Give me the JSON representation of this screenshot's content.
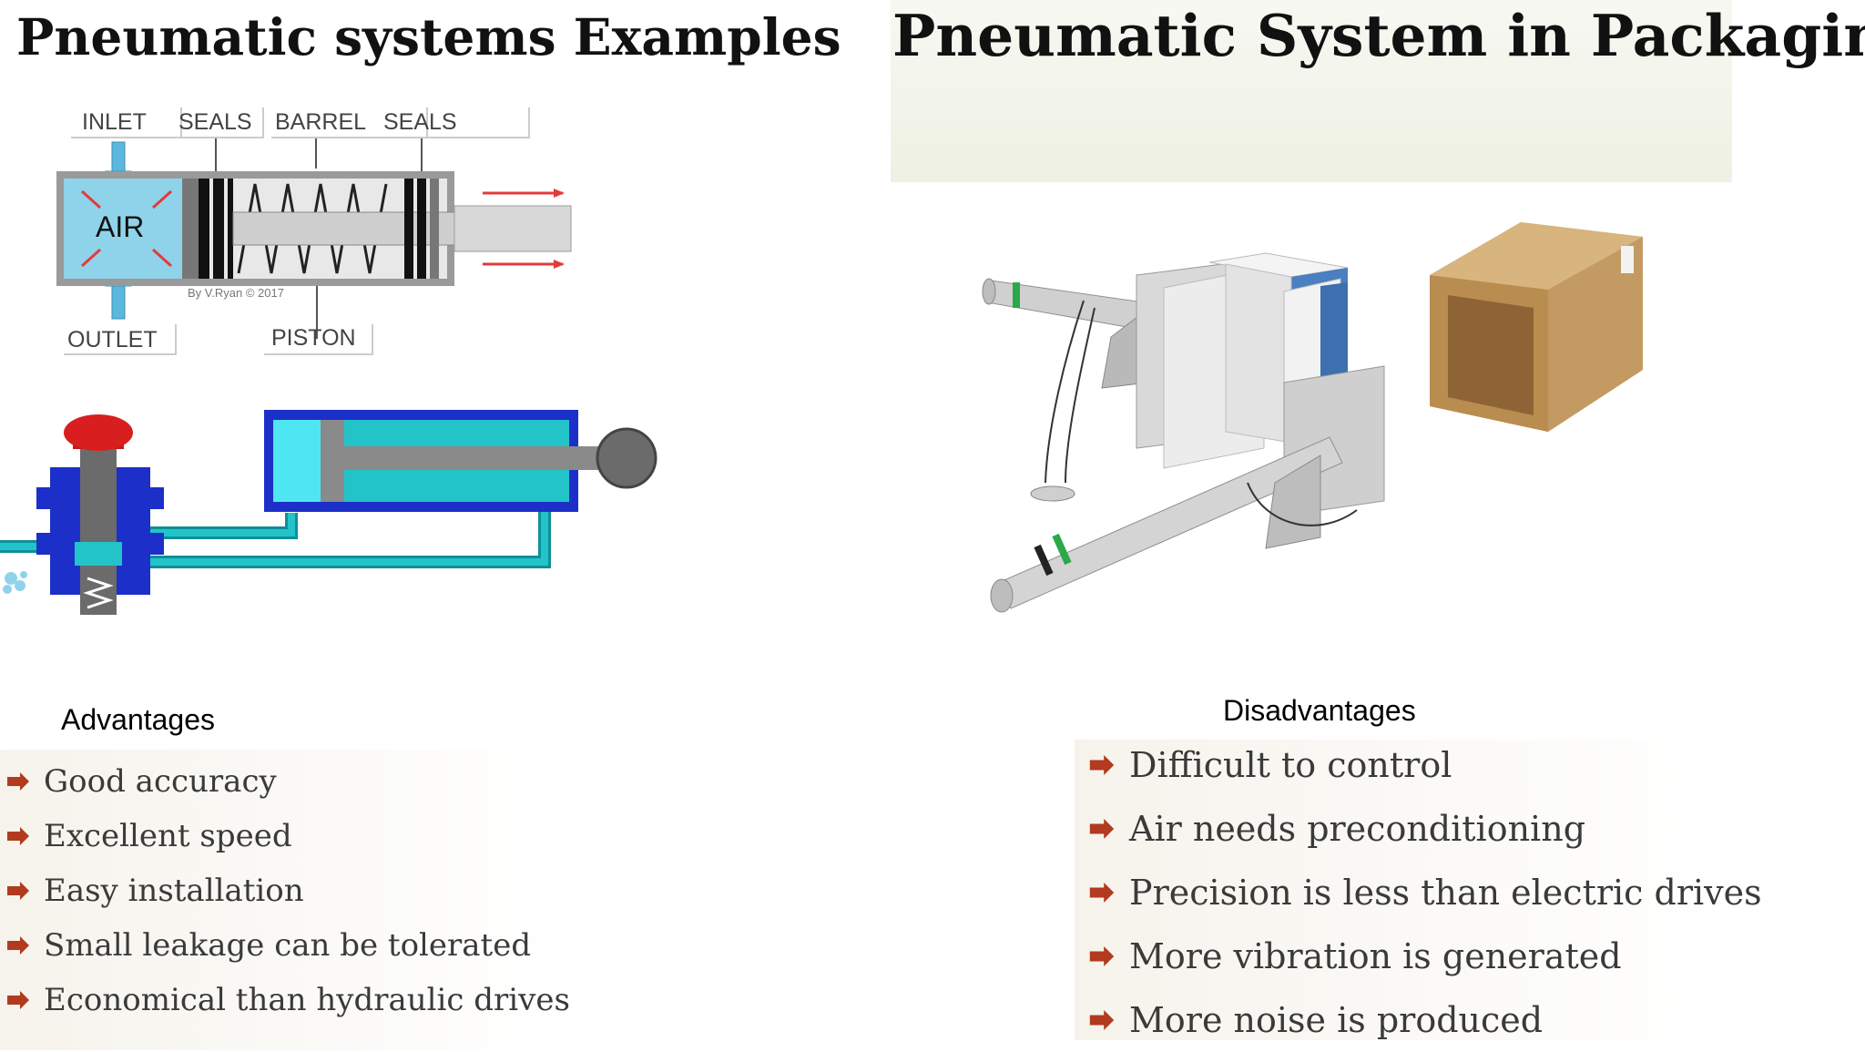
{
  "left": {
    "title": "Pneumatic systems Examples",
    "diagram_labels": {
      "inlet": "INLET",
      "seals_1": "SEALS",
      "barrel": "BARREL",
      "seals_2": "SEALS",
      "air": "AIR",
      "credit": "By V.Ryan © 2017",
      "outlet": "OUTLET",
      "piston": "PISTON"
    },
    "advantages": {
      "heading": "Advantages",
      "items": [
        "Good accuracy",
        "Excellent speed",
        "Easy installation",
        "Small leakage can be tolerated",
        "Economical than hydraulic drives"
      ]
    }
  },
  "right": {
    "title": "Pneumatic System in Packaging",
    "disadvantages": {
      "heading": "Disadvantages",
      "items": [
        "Difficult to control",
        "Air needs preconditioning",
        "Precision is less than electric drives",
        "More vibration is generated",
        "More noise is produced"
      ]
    }
  },
  "colors": {
    "bullet": "#b23a1e",
    "air_chamber": "#8fd3ea",
    "cylinder_teal": "#22c4c9",
    "valve_blue": "#1c2fc8",
    "valve_cap_red": "#d81e1e",
    "box_cardboard": "#c9a36b"
  }
}
